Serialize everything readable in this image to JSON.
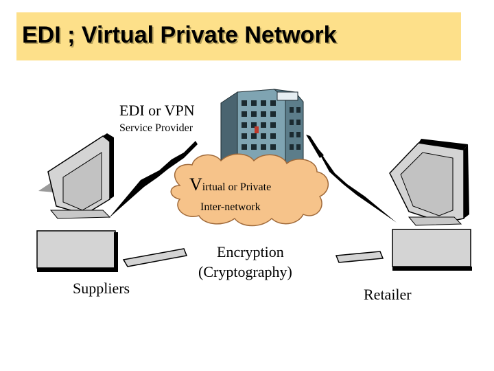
{
  "title": "EDI ; Virtual Private Network",
  "service_provider": {
    "title": "EDI or VPN",
    "subtitle": "Service Provider"
  },
  "cloud": {
    "initial": "V",
    "line1_rest": "irtual or Private",
    "line2": "Inter-network"
  },
  "encryption": {
    "line1": "Encryption",
    "line2": "(Cryptography)"
  },
  "left_label": "Suppliers",
  "right_label": "Retailer",
  "colors": {
    "title_bg": "#fde08a",
    "cloud_fill": "#f6c38a",
    "building": "#6a8a96",
    "monitor": "#d4d4d4"
  }
}
